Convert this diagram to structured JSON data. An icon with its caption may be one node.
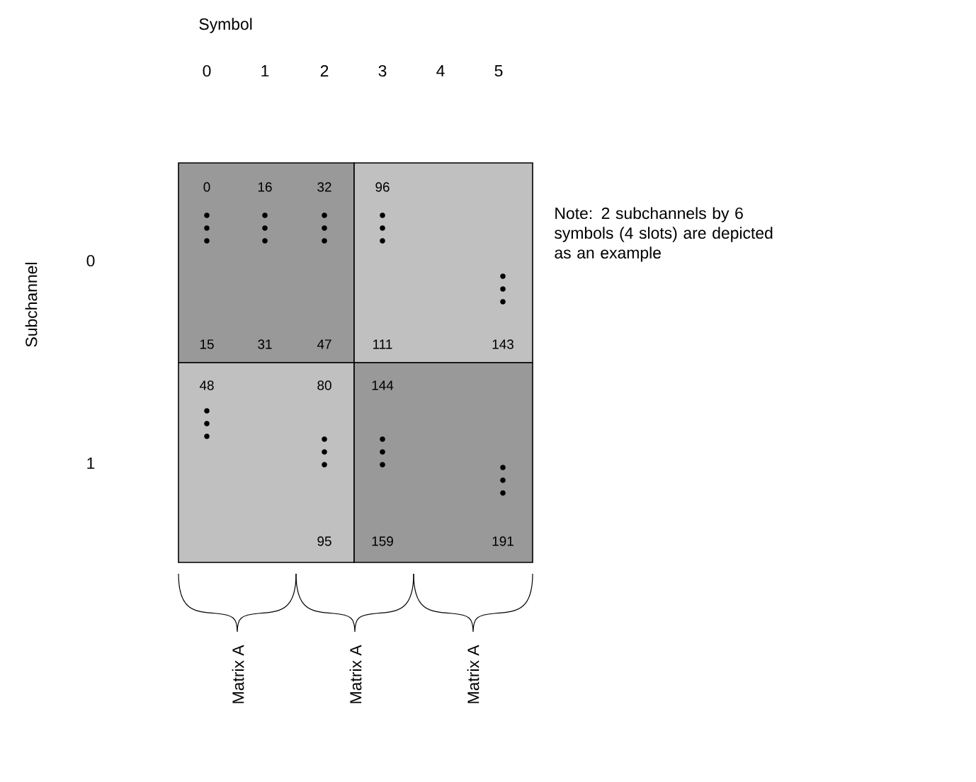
{
  "diagram": {
    "nodes": [
      {
        "text": [
          "0",
          "16",
          "32",
          "15",
          "31",
          "47"
        ]
      },
      {
        "text": [
          "96",
          "111",
          "143"
        ]
      },
      {
        "text": [
          "48",
          "80",
          "95"
        ]
      },
      {
        "text": [
          "144",
          "159",
          "191"
        ]
      }
    ],
    "labels": [
      "Symbol",
      "0",
      "1",
      "2",
      "3",
      "4",
      "5",
      "Subchannel",
      "0",
      "1",
      "Note: 2 subchannels by 6 symbols (4 slots) are depicted as an example",
      "Matrix A",
      "Matrix A",
      "Matrix A"
    ]
  }
}
